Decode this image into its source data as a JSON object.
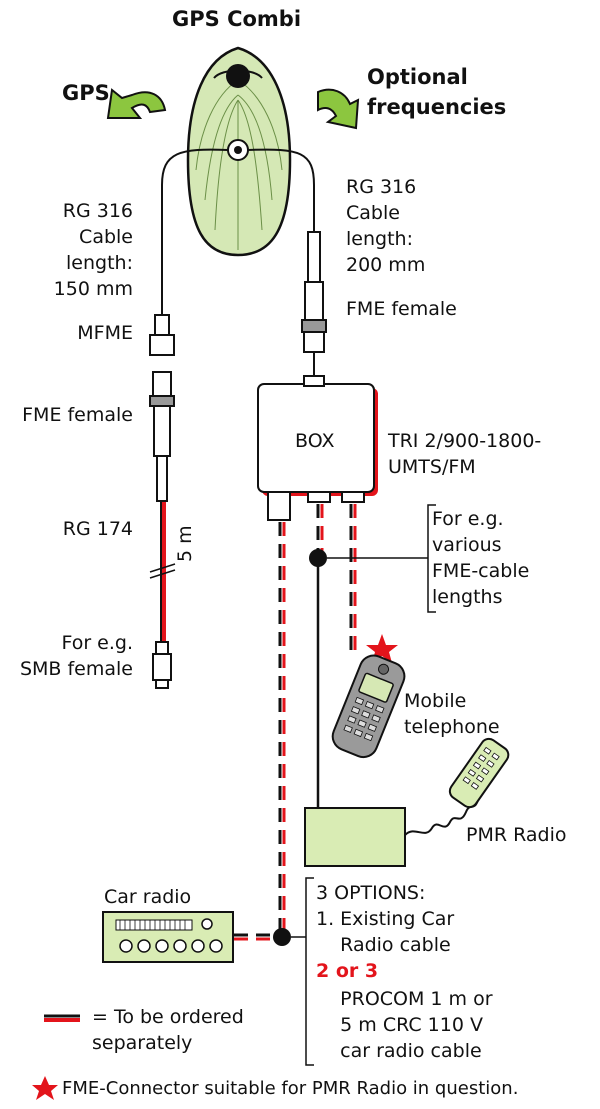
{
  "title": "GPS Combi",
  "labels": {
    "gps": "GPS",
    "optional_line1": "Optional",
    "optional_line2": "frequencies",
    "rg316_left": [
      "RG 316",
      "Cable",
      "length:",
      "150 mm"
    ],
    "mfme": "MFME",
    "fme_female_left": "FME female",
    "rg174": "RG 174",
    "five_m": "5 m",
    "smb": [
      "For e.g.",
      "SMB female"
    ],
    "rg316_right": [
      "RG 316",
      "Cable",
      "length:",
      "200 mm"
    ],
    "fme_female_right": "FME female",
    "box": "BOX",
    "tri": [
      "TRI 2/900-1800-",
      "UMTS/FM"
    ],
    "various": [
      "For e.g.",
      "various",
      "FME-cable",
      "lengths"
    ],
    "mobile": [
      "Mobile",
      "telephone"
    ],
    "pmr": "PMR Radio",
    "car_radio": "Car radio",
    "options": [
      "3 OPTIONS:",
      "1. Existing Car",
      "    Radio cable"
    ],
    "options_red": "2 or 3",
    "options_rest": [
      "    PROCOM 1 m or",
      "    5 m CRC 110 V",
      "    car radio cable"
    ],
    "legend": [
      "= To be ordered",
      "separately"
    ],
    "footnote": "FME-Connector suitable for PMR Radio in question."
  },
  "colors": {
    "antenna_fill": "#d5e8b5",
    "arrow_green": "#8cc63f",
    "red": "#e3141b",
    "box_fill": "#d9ecb4",
    "phone_fill": "#9a9a9a"
  }
}
